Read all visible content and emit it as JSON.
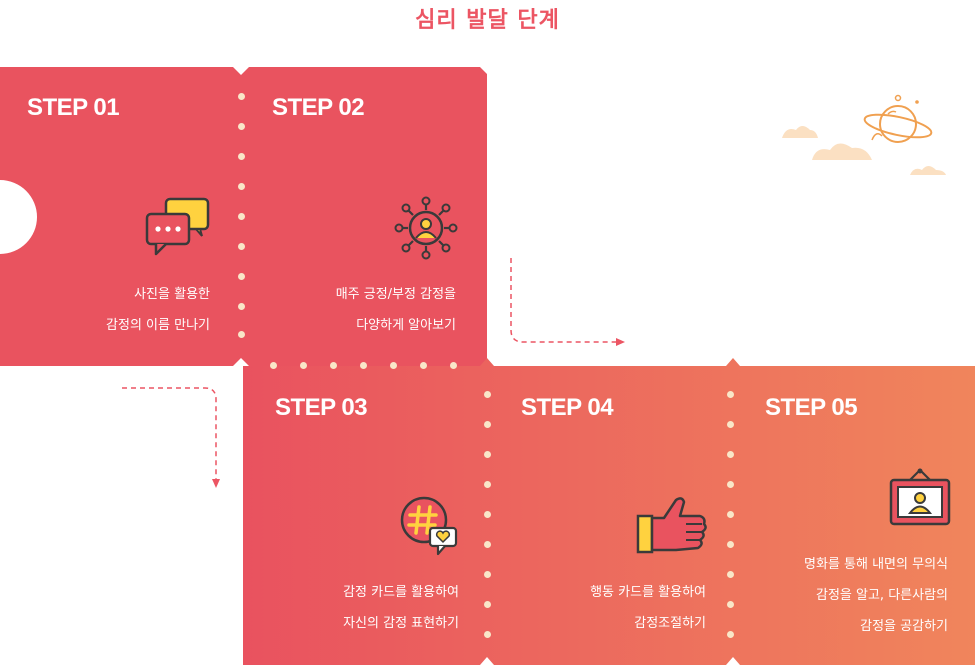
{
  "title": "심리 발달 단계",
  "steps": [
    {
      "label": "STEP 01",
      "line1": "사진을 활용한",
      "line2": "감정의 이름 만나기",
      "icon": "speech-bubbles-icon"
    },
    {
      "label": "STEP 02",
      "line1": "매주 긍정/부정 감정을",
      "line2": "다양하게 알아보기",
      "icon": "person-network-icon"
    },
    {
      "label": "STEP 03",
      "line1": "감정 카드를 활용하여",
      "line2": "자신의 감정 표현하기",
      "icon": "hashtag-heart-icon"
    },
    {
      "label": "STEP 04",
      "line1": "행동 카드를 활용하여",
      "line2": "감정조절하기",
      "icon": "thumbs-up-icon"
    },
    {
      "label": "STEP 05",
      "line1": "명화를 통해 내면의 무의식",
      "line2": "감정을 알고, 다른사람의",
      "line3": "감정을 공감하기",
      "icon": "framed-portrait-icon"
    }
  ],
  "colors": {
    "title": "#ec5563",
    "card_red": "#e9535f",
    "card_orange": "#f08a5d",
    "dot": "#f9e6c8",
    "arrow": "#ec5563",
    "decor": "#f5c8a0"
  },
  "decor_icons": [
    "planet-icon",
    "cloud-icon"
  ]
}
